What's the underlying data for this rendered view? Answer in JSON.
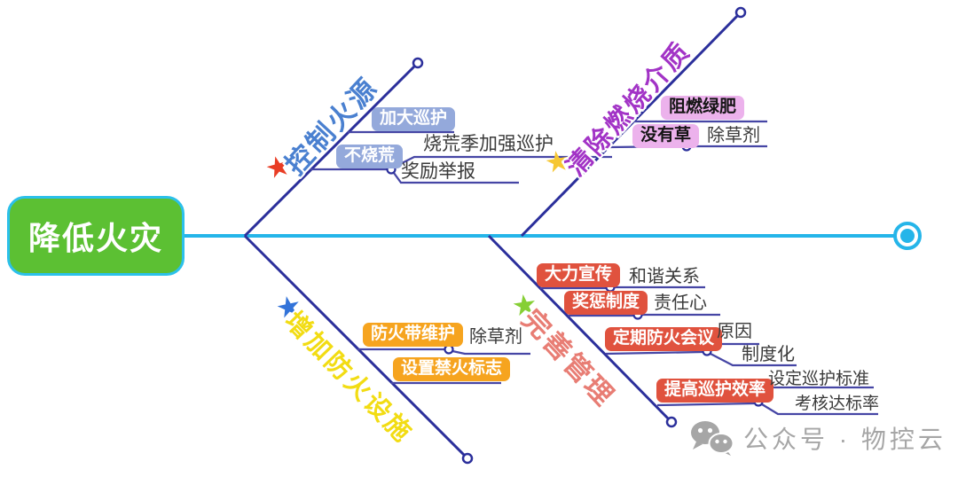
{
  "root": {
    "label": "降低火灾"
  },
  "icons": {
    "star": "★"
  },
  "colors": {
    "root_fill": "#5cc033",
    "root_border": "#2bc0ea",
    "spine": "#25b5e9",
    "diagonal": "#2b2f9b",
    "subline": "#4646a5",
    "branch_label_control": "#4a80d0",
    "branch_label_medium": "#a233c6",
    "branch_label_facility": "#f2dc13",
    "branch_label_manage": "#e87d74",
    "box_blue": "#94a9db",
    "box_pink": "#ecb2ec",
    "box_orange": "#f6a41f",
    "box_red": "#e0523e",
    "star_red": "#e93d25",
    "star_yellow": "#f6c733",
    "star_blue": "#3273d9",
    "star_green": "#86cf35",
    "watermark_gray": "#a6a6a6"
  },
  "branches": [
    {
      "label": "控制火源",
      "star": "red",
      "children": [
        {
          "label": "加大巡护"
        },
        {
          "label": "不烧荒",
          "children": [
            {
              "label": "烧荒季加强巡护"
            },
            {
              "label": "奖励举报"
            }
          ]
        }
      ]
    },
    {
      "label": "清除燃烧介质",
      "star": "yellow",
      "children": [
        {
          "label": "阻燃绿肥"
        },
        {
          "label": "没有草",
          "children": [
            {
              "label": "除草剂"
            }
          ]
        }
      ]
    },
    {
      "label": "增加防火设施",
      "star": "blue",
      "children": [
        {
          "label": "防火带维护",
          "children": [
            {
              "label": "除草剂"
            }
          ]
        },
        {
          "label": "设置禁火标志"
        }
      ]
    },
    {
      "label": "完善管理",
      "star": "green",
      "children": [
        {
          "label": "大力宣传",
          "children": [
            {
              "label": "和谐关系"
            }
          ]
        },
        {
          "label": "奖惩制度",
          "children": [
            {
              "label": "责任心"
            }
          ]
        },
        {
          "label": "定期防火会议",
          "children": [
            {
              "label": "原因"
            },
            {
              "label": "制度化"
            }
          ]
        },
        {
          "label": "提高巡护效率",
          "children": [
            {
              "label": "设定巡护标准"
            },
            {
              "label": "考核达标率"
            }
          ]
        }
      ]
    }
  ],
  "watermark": {
    "text": "公众号 · 物控云",
    "icon": "wechat-icon"
  }
}
